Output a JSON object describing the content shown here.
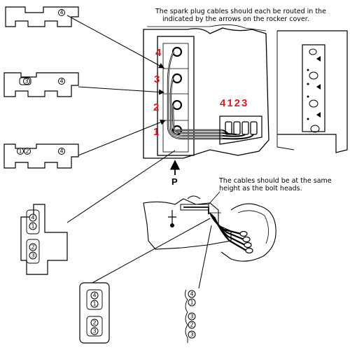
{
  "notes": {
    "routing_line1": "The spark plug cables should each be routed in the",
    "routing_line2": "indicated by the arrows on the rocker cover.",
    "height_line1": "The cables should be at the same",
    "height_line2": "height as the bolt heads."
  },
  "engine_labels": {
    "cyl_top": "4",
    "cyl_upper": "3",
    "cyl_lower": "2",
    "cyl_bottom": "1",
    "distributor_order": "4123",
    "point_label": "P"
  },
  "clip_marks": {
    "clip1": [
      "4"
    ],
    "clip2": [
      "3",
      "4"
    ],
    "clip3": [
      "1",
      "2",
      "4"
    ],
    "side_clip": [
      "4",
      "1",
      "2",
      "3"
    ],
    "bottom_clip": [
      "4",
      "1",
      "2",
      "3"
    ],
    "bottom_stack": [
      "4",
      "1",
      "3",
      "2",
      "3"
    ]
  }
}
